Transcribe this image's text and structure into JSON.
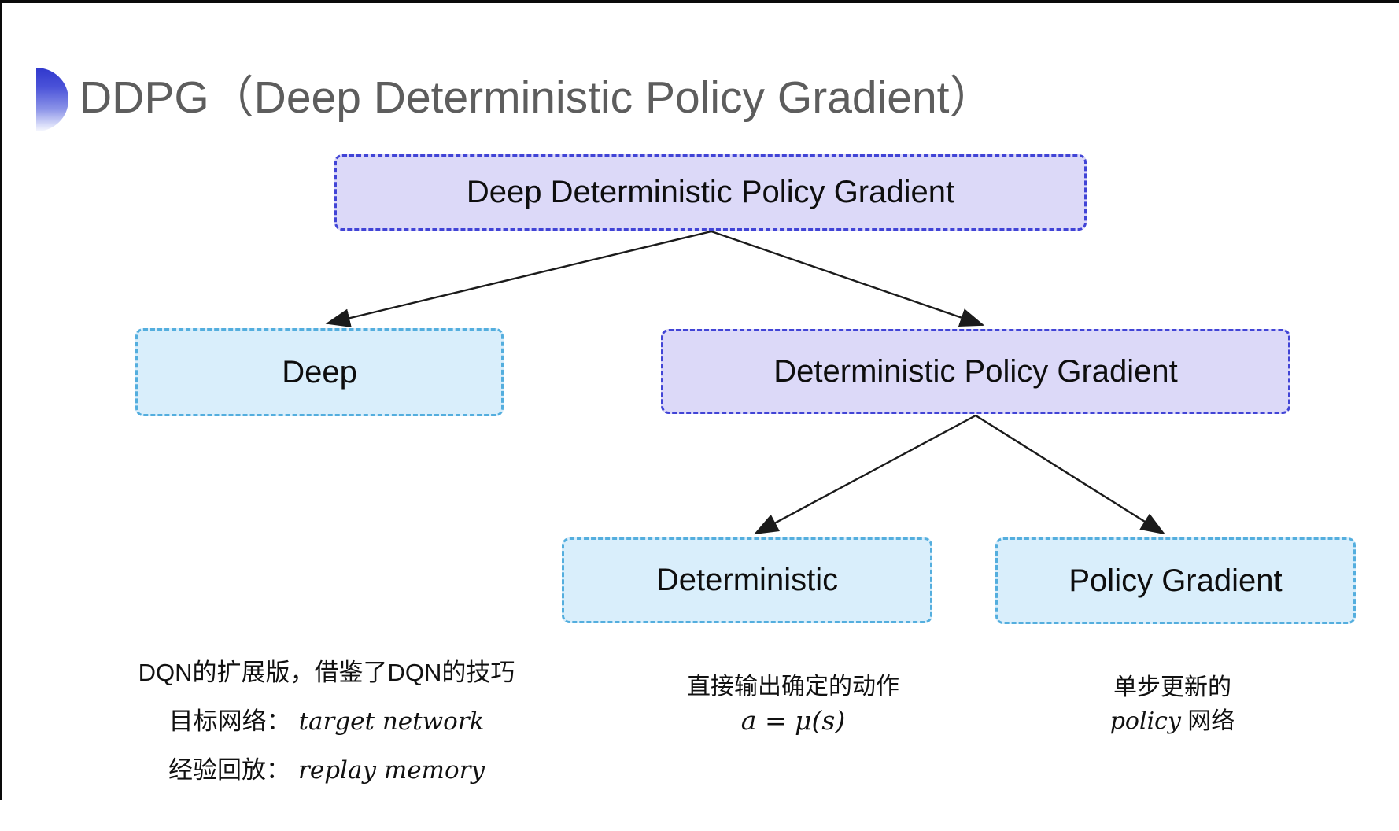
{
  "page": {
    "title": "DDPG（Deep Deterministic Policy Gradient）"
  },
  "theme": {
    "background": "#ffffff",
    "title_color": "#5d5d5d",
    "bullet_gradient_top": "#3038cd",
    "bullet_gradient_bottom": "#f7f8fe",
    "purple_node_fill": "#dcd9f8",
    "purple_node_border": "#4144d6",
    "blue_node_fill": "#d9eefb",
    "blue_node_border": "#54aede",
    "arrow_color": "#1b1b1b",
    "text_color": "#111111"
  },
  "nodes": {
    "root": {
      "label": "Deep Deterministic Policy Gradient",
      "variant": "purple"
    },
    "deep": {
      "label": "Deep",
      "variant": "blue"
    },
    "dpg": {
      "label": "Deterministic Policy Gradient",
      "variant": "purple"
    },
    "det": {
      "label": "Deterministic",
      "variant": "blue"
    },
    "pg": {
      "label": "Policy Gradient",
      "variant": "blue"
    }
  },
  "edges": [
    {
      "from": "root",
      "to": "deep"
    },
    {
      "from": "root",
      "to": "dpg"
    },
    {
      "from": "dpg",
      "to": "det"
    },
    {
      "from": "dpg",
      "to": "pg"
    }
  ],
  "annotations": {
    "deep": {
      "line1": "DQN的扩展版，借鉴了DQN的技巧",
      "line2_label": "目标网络：",
      "line2_value": "target network",
      "line3_label": "经验回放：",
      "line3_value": "replay memory"
    },
    "deterministic": {
      "line1": "直接输出确定的动作",
      "formula": "a = μ(s)"
    },
    "policy_gradient": {
      "line1": "单步更新的",
      "line2_italic": "policy",
      "line2_rest": " 网络"
    }
  }
}
